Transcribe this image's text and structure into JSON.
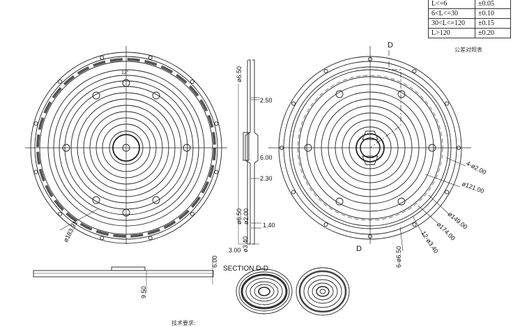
{
  "tolerance_table": {
    "rows": [
      {
        "range": "L<=6",
        "tol": "±0.05"
      },
      {
        "range": "6<L<=30",
        "tol": "±0.10"
      },
      {
        "range": "30<L<=120",
        "tol": "±0.15"
      },
      {
        "range": "L>120",
        "tol": "±0.20"
      }
    ],
    "caption": "公差对照表"
  },
  "front_view": {
    "diameter_label": "ø183.91",
    "angle_label": "12°"
  },
  "side_view": {
    "labels": [
      "ø6.50",
      "2.50",
      "6.00",
      "2.30",
      "ø6.50",
      "ø2.00",
      "1.40",
      "3.00",
      "ø3.40"
    ]
  },
  "rear_view": {
    "section_marker": "D",
    "labels": [
      "4-ø2.00",
      "ø121.00",
      "ø149.00",
      "ø174.00",
      "12-ø3.40",
      "6-ø6.50"
    ]
  },
  "bottom_view": {
    "labels": [
      "6.00",
      "9.50"
    ]
  },
  "section": {
    "title": "SECTION D-D"
  },
  "tech_note": "技术要求:"
}
